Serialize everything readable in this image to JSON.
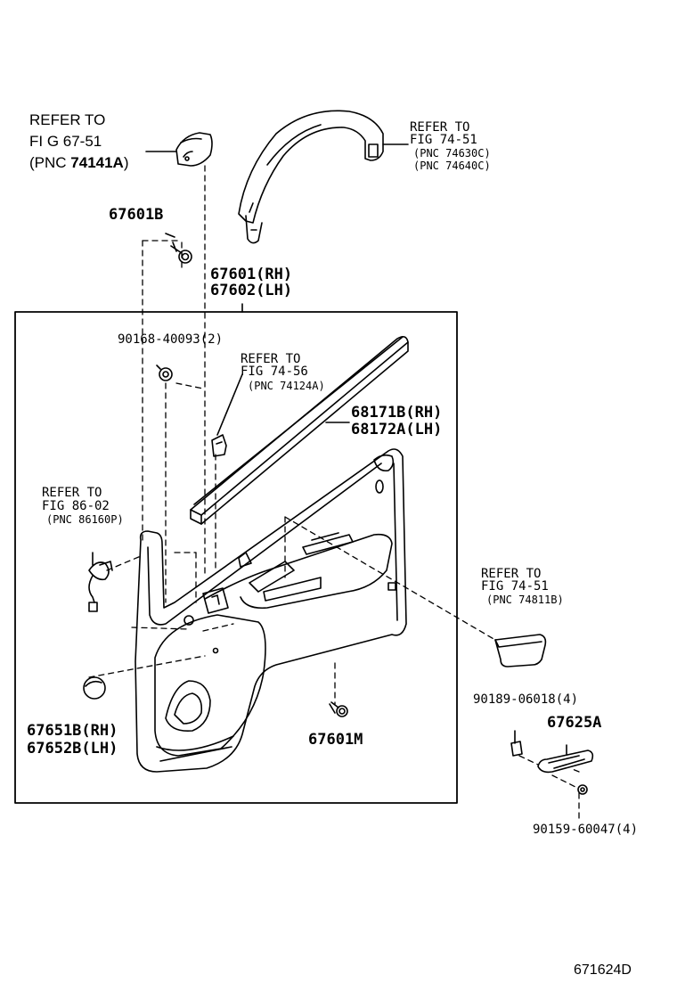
{
  "labels": {
    "refer_6751": {
      "line1": "REFER TO",
      "line2": "FI G 67-51",
      "line3_prefix": "(PNC ",
      "line3_code": "74141A",
      "line3_suffix": ")"
    },
    "refer_7451_top": {
      "line1": "REFER TO",
      "line2": "FIG 74-51",
      "line3": "(PNC 74630C)",
      "line4": "(PNC 74640C)"
    },
    "p67601b_top": "67601B",
    "p67601_rh": "67601(RH)",
    "p67602_lh": "67602(LH)",
    "p90168": "90168-40093(2)",
    "refer_7456": {
      "line1": "REFER TO",
      "line2": "FIG 74-56",
      "line3": "(PNC 74124A)"
    },
    "p68171b": "68171B(RH)",
    "p68172a": "68172A(LH)",
    "refer_8602": {
      "line1": "REFER TO",
      "line2": "FIG 86-02",
      "line3": "(PNC 86160P)"
    },
    "refer_7451_mid": {
      "line1": "REFER TO",
      "line2": "FIG 74-51",
      "line3": "(PNC 74811B)"
    },
    "p90189": "90189-06018(4)",
    "p67625a": "67625A",
    "p67651b": "67651B(RH)",
    "p67652b": "67652B(LH)",
    "p67601m": "67601M",
    "p90159": "90159-60047(4)",
    "drawing_id": "671624D"
  },
  "icons": [
    "door-trim-panel",
    "assist-grip",
    "clip",
    "weatherstrip",
    "speaker-cover",
    "courtesy-lamp",
    "pull-handle-cup",
    "inside-handle",
    "screw"
  ]
}
